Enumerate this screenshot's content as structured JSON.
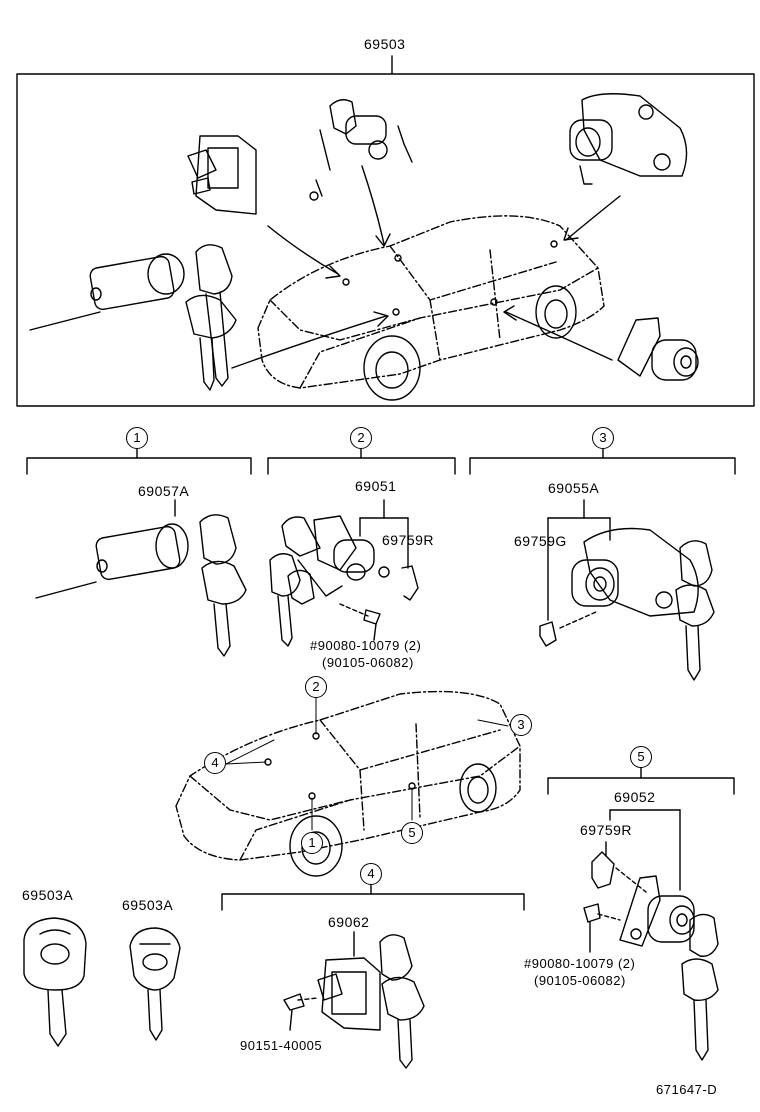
{
  "colors": {
    "ink": "#000000",
    "paper": "#ffffff"
  },
  "labels": {
    "assembly_top": "69503",
    "cylinder_ignition": "69057A",
    "cylinder_front_door": "69051",
    "cover_front": "69759R",
    "cylinder_trunk": "69055A",
    "cover_trunk": "69759G",
    "screw_front_a": "#90080-10079 (2)",
    "screw_front_b": "(90105-06082)",
    "cylinder_glovebox": "69062",
    "screw_glovebox": "90151-40005",
    "cylinder_rear": "69052",
    "cover_rear": "69759R",
    "screw_rear_a": "#90080-10079 (2)",
    "screw_rear_b": "(90105-06082)",
    "key_master": "69503A",
    "key_sub": "69503A",
    "drawing_id": "671647-D"
  },
  "callouts": {
    "g1": "1",
    "g2": "2",
    "g3": "3",
    "g4": "4",
    "g5": "5",
    "car1": "1",
    "car2": "2",
    "car3": "3",
    "car4": "4",
    "car5": "5"
  }
}
